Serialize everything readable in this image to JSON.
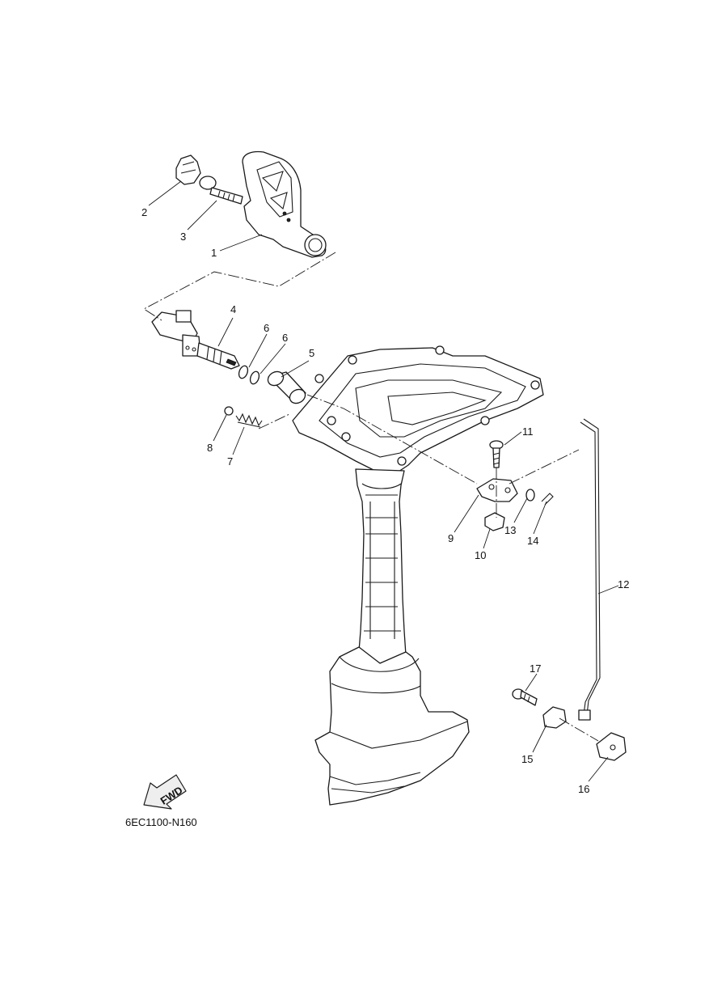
{
  "labels": [
    {
      "id": "1",
      "text": "1"
    },
    {
      "id": "2",
      "text": "2"
    },
    {
      "id": "3",
      "text": "3"
    },
    {
      "id": "4",
      "text": "4"
    },
    {
      "id": "5",
      "text": "5"
    },
    {
      "id": "6a",
      "text": "6"
    },
    {
      "id": "6b",
      "text": "6"
    },
    {
      "id": "7",
      "text": "7"
    },
    {
      "id": "8",
      "text": "8"
    },
    {
      "id": "9",
      "text": "9"
    },
    {
      "id": "10",
      "text": "10"
    },
    {
      "id": "11",
      "text": "11"
    },
    {
      "id": "12",
      "text": "12"
    },
    {
      "id": "13",
      "text": "13"
    },
    {
      "id": "14",
      "text": "14"
    },
    {
      "id": "15",
      "text": "15"
    },
    {
      "id": "16",
      "text": "16"
    },
    {
      "id": "17",
      "text": "17"
    }
  ],
  "fwd_label": "FWD",
  "diagram_code": "6EC1100-N160"
}
